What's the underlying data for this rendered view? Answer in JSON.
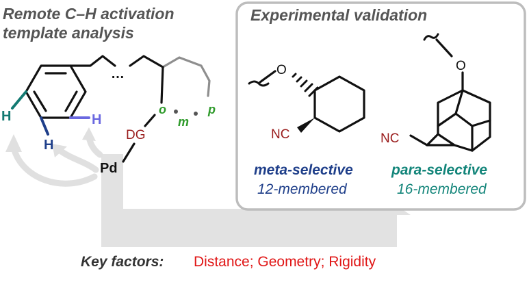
{
  "left_panel": {
    "title_line1": "Remote C–H activation",
    "title_line2": "template analysis",
    "atoms": {
      "h_left": "H",
      "h_bottom": "H",
      "h_right": "H",
      "dg": "DG",
      "pd": "Pd",
      "ellipsis": "…",
      "pos_ortho": "o",
      "pos_meta": "m",
      "pos_para": "p"
    }
  },
  "right_panel": {
    "title": "Experimental validation",
    "meta_example": {
      "oxygen": "O",
      "nitrile": "NC",
      "selectivity": "meta-selective",
      "ring_size": "12-membered"
    },
    "para_example": {
      "oxygen": "O",
      "nitrile": "NC",
      "selectivity": "para-selective",
      "ring_size": "16-membered"
    }
  },
  "footer": {
    "label": "Key factors:",
    "values": "Distance; Geometry; Rigidity"
  },
  "colors": {
    "title_gray": "#555555",
    "frame_gray": "#bdbdbd",
    "arrow_gray": "#e0e0e0",
    "h_teal": "#137a72",
    "h_navy": "#1f3f8a",
    "h_blue": "#6a68e0",
    "dg_red": "#9a1c1c",
    "pos_green": "#2e9a2a",
    "meta_blue": "#1f3f8a",
    "para_teal": "#13857a",
    "key_red": "#e01515"
  }
}
